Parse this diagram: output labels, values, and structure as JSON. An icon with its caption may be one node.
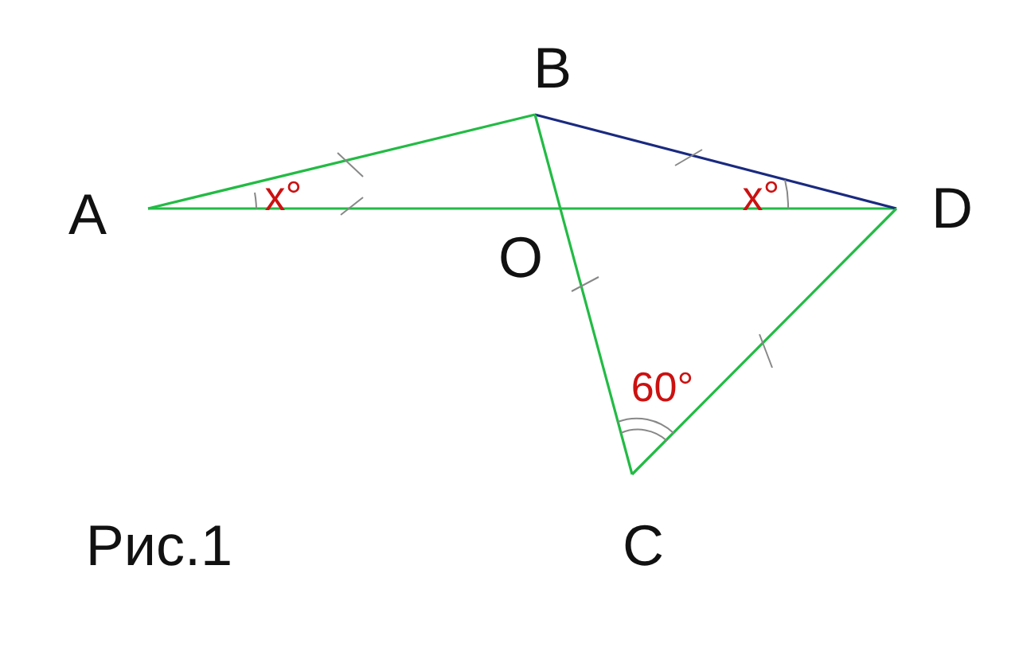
{
  "diagram": {
    "labels": [
      "B",
      "A",
      "x°",
      "x°",
      "D",
      "O",
      "60°",
      "Рис.1",
      "C"
    ]
  }
}
